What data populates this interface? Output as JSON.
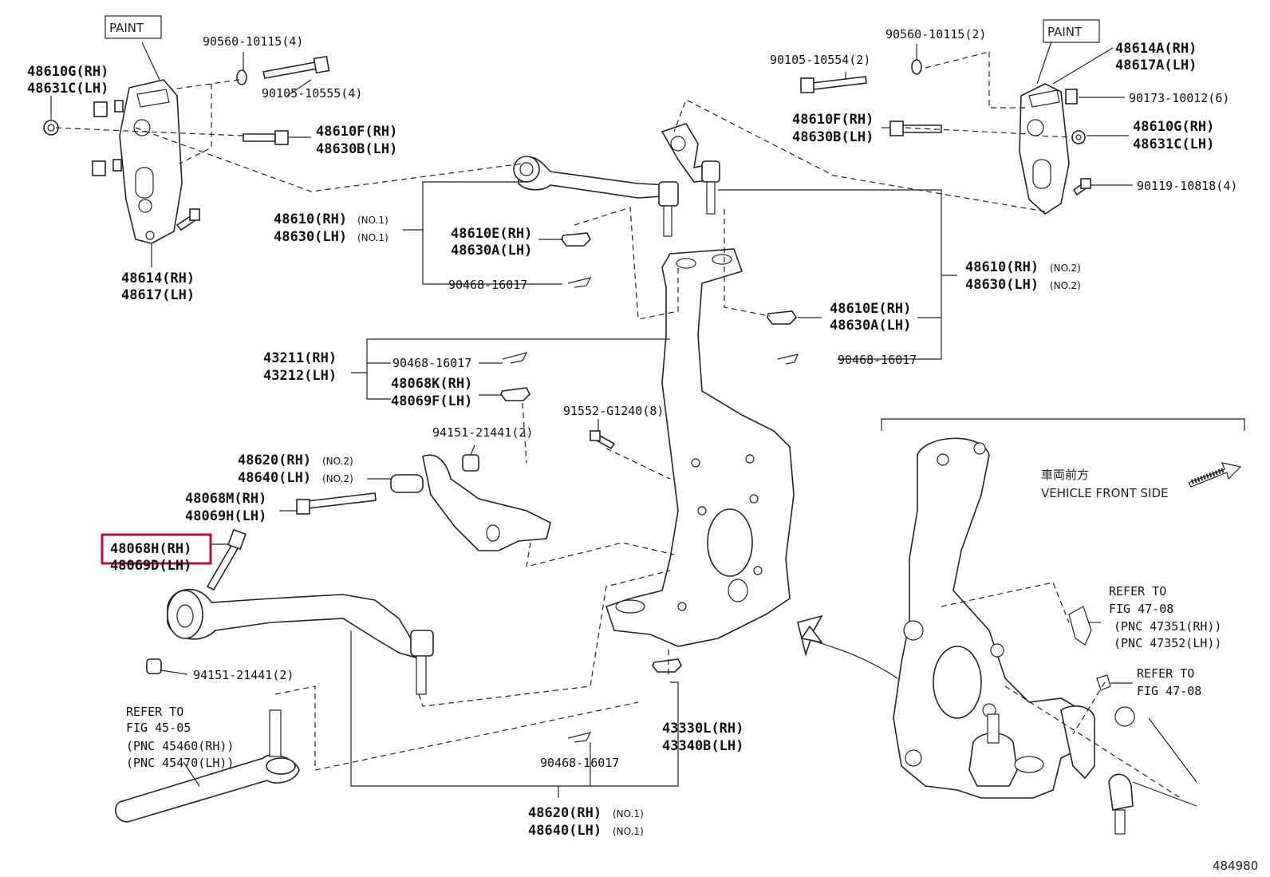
{
  "labels": {
    "paint_left": "PAINT",
    "paint_right": "PAINT",
    "p_48610g_rh": "48610G(RH)",
    "p_48631c_lh": "48631C(LH)",
    "p_90560_4": "90560-10115(4)",
    "p_90105_10555": "90105-10555(4)",
    "p_48610f_rh_l": "48610F(RH)",
    "p_48630b_lh_l": "48630B(LH)",
    "p_48614_rh": "48614(RH)",
    "p_48617_lh": "48617(LH)",
    "p_90560_2": "90560-10115(2)",
    "p_90105_10554": "90105-10554(2)",
    "p_48614a_rh": "48614A(RH)",
    "p_48617a_lh": "48617A(LH)",
    "p_90173": "90173-10012(6)",
    "p_48610f_rh_r": "48610F(RH)",
    "p_48630b_lh_r": "48630B(LH)",
    "p_48610g_rh_r": "48610G(RH)",
    "p_48631c_lh_r": "48631C(LH)",
    "p_90119": "90119-10818(4)",
    "p_48610_rh_no1": "48610(RH)",
    "p_48630_lh_no1": "48630(LH)",
    "no1_a": "(NO.1)",
    "no1_b": "(NO.1)",
    "p_48610e_rh_l": "48610E(RH)",
    "p_48630a_lh_l": "48630A(LH)",
    "p_90468_a": "90468-16017",
    "p_48610_rh_no2": "48610(RH)",
    "p_48630_lh_no2": "48630(LH)",
    "no2_a": "(NO.2)",
    "no2_b": "(NO.2)",
    "p_48610e_rh_r": "48610E(RH)",
    "p_48630a_lh_r": "48630A(LH)",
    "p_90468_b": "90468-16017",
    "p_43211_rh": "43211(RH)",
    "p_43212_lh": "43212(LH)",
    "p_90468_c": "90468-16017",
    "p_48068k_rh": "48068K(RH)",
    "p_48069f_lh": "48069F(LH)",
    "p_91552": "91552-G1240(8)",
    "p_94151_a": "94151-21441(2)",
    "p_48620_rh_no2": "48620(RH)",
    "p_48640_lh_no2": "48640(LH)",
    "no2_c": "(NO.2)",
    "no2_d": "(NO.2)",
    "p_48068m_rh": "48068M(RH)",
    "p_48069h_lh": "48069H(LH)",
    "p_48068h_rh": "48068H(RH)",
    "p_48069d_lh": "48069D(LH)",
    "p_94151_b": "94151-21441(2)",
    "refer_to_a": "REFER TO",
    "fig_45_05": "FIG 45-05",
    "pnc_45460": "(PNC 45460(RH))",
    "pnc_45470": "(PNC 45470(LH))",
    "p_90468_d": "90468-16017",
    "p_43330l_rh": "43330L(RH)",
    "p_43340b_lh": "43340B(LH)",
    "p_48620_rh_no1": "48620(RH)",
    "p_48640_lh_no1": "48640(LH)",
    "no1_c": "(NO.1)",
    "no1_d": "(NO.1)",
    "vehicle_jp": "車両前方",
    "vehicle_en": "VEHICLE FRONT SIDE",
    "refer_to_b": "REFER TO",
    "fig_47_08_a": "FIG 47-08",
    "pnc_47351": "(PNC 47351(RH))",
    "pnc_47352": "(PNC 47352(LH))",
    "refer_to_c": "REFER TO",
    "fig_47_08_b": "FIG 47-08",
    "diagram_id": "484980"
  },
  "colors": {
    "line": "#222222",
    "highlight": "#b0103a",
    "background": "#ffffff"
  }
}
